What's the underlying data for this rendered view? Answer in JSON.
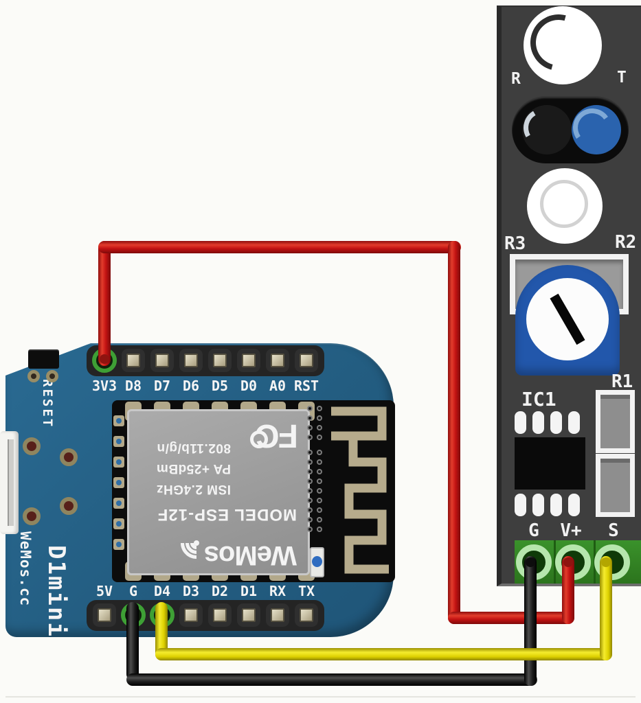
{
  "scene": {
    "bg_color": "#fbfbf8",
    "description": "Wiring diagram: WeMos D1 mini to IR reflective sensor module"
  },
  "d1_board": {
    "pcb_color": "#235d81",
    "reset_label": "RESET",
    "brand_large": "D1mini",
    "brand_small": "WeMos.cc",
    "top_pins": [
      "3V3",
      "D8",
      "D7",
      "D6",
      "D5",
      "D0",
      "A0",
      "RST"
    ],
    "bottom_pins": [
      "5V",
      "G",
      "D4",
      "D3",
      "D2",
      "D1",
      "RX",
      "TX"
    ],
    "esp_module": {
      "logo": "WeMos",
      "model_line": "MODEL ESP-12F",
      "ism_line": "ISM 2.4GHz",
      "pa_line": "PA +25dBm",
      "wifi_line": "802.11b/g/n",
      "fcc_mark": "FC"
    }
  },
  "sensor_board": {
    "pcb_color": "#3e3e3e",
    "label_r": "R",
    "label_t": "T",
    "label_r3": "R3",
    "label_r2": "R2",
    "label_r1": "R1",
    "label_ic1": "IC1",
    "terminal_labels": [
      "G",
      "V+",
      "S"
    ]
  },
  "wires": {
    "red": {
      "color": "#c21212",
      "from": "3V3",
      "to": "V+"
    },
    "black": {
      "color": "#1c1c1c",
      "from": "G",
      "to": "G"
    },
    "yellow": {
      "color": "#e0d400",
      "from": "D4",
      "to": "S"
    }
  }
}
